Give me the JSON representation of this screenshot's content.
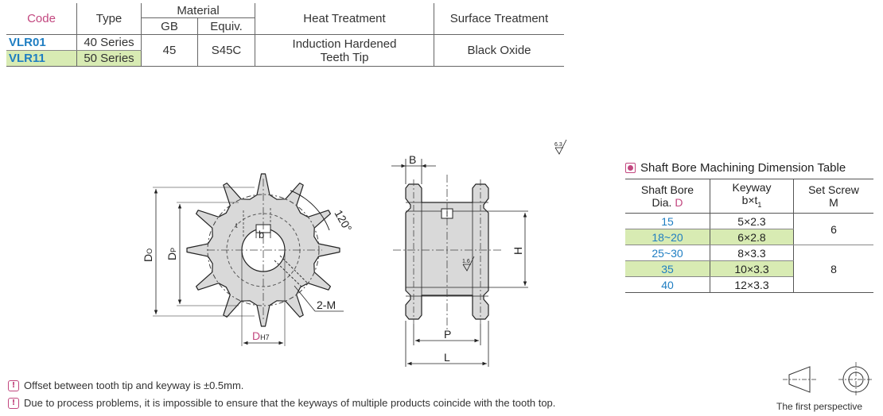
{
  "material_table": {
    "headers": {
      "code": "Code",
      "type": "Type",
      "material": "Material",
      "gb": "GB",
      "equiv": "Equiv.",
      "heat": "Heat Treatment",
      "surface": "Surface Treatment"
    },
    "rows": [
      {
        "code": "VLR01",
        "type": "40 Series"
      },
      {
        "code": "VLR11",
        "type": "50 Series"
      }
    ],
    "gb": "45",
    "equiv": "S45C",
    "heat_line1": "Induction Hardened",
    "heat_line2": "Teeth Tip",
    "surface": "Black Oxide",
    "highlight_color": "#d8ebb3",
    "code_color": "#1f7ec2",
    "accent_color": "#c2477f"
  },
  "drawing": {
    "angle": "120°",
    "do_label": "D",
    "do_sub": "O",
    "dp_label": "D",
    "dp_sub": "P",
    "b_small": "b",
    "t1_small": "t",
    "bore_label": "D",
    "bore_sub": "H7",
    "screw_label": "2-M",
    "b_label": "B",
    "h_label": "H",
    "p_label": "P",
    "l_label": "L",
    "roughness_top": "6.3",
    "roughness_bore": "1.6"
  },
  "bore_table": {
    "title": "Shaft Bore Machining Dimension Table",
    "headers": {
      "shaft_line1": "Shaft Bore",
      "shaft_line2_prefix": "Dia. ",
      "shaft_line2_symbol": "D",
      "keyway_line1": "Keyway",
      "keyway_line2_prefix": "b×t",
      "keyway_line2_sub": "1",
      "screw_line1": "Set Screw",
      "screw_line2": "M"
    },
    "rows": [
      {
        "dia": "15",
        "keyway": "5×2.3"
      },
      {
        "dia": "18~20",
        "keyway": "6×2.8"
      },
      {
        "dia": "25~30",
        "keyway": "8×3.3"
      },
      {
        "dia": "35",
        "keyway": "10×3.3"
      },
      {
        "dia": "40",
        "keyway": "12×3.3"
      }
    ],
    "screw_a": "6",
    "screw_b": "8"
  },
  "notes": [
    "Offset between tooth tip and keyway is ±0.5mm.",
    "Due to process problems, it is impossible to ensure that the keyways of multiple products coincide with the tooth top."
  ],
  "note_icon": "!",
  "perspective_label": "The first perspective"
}
